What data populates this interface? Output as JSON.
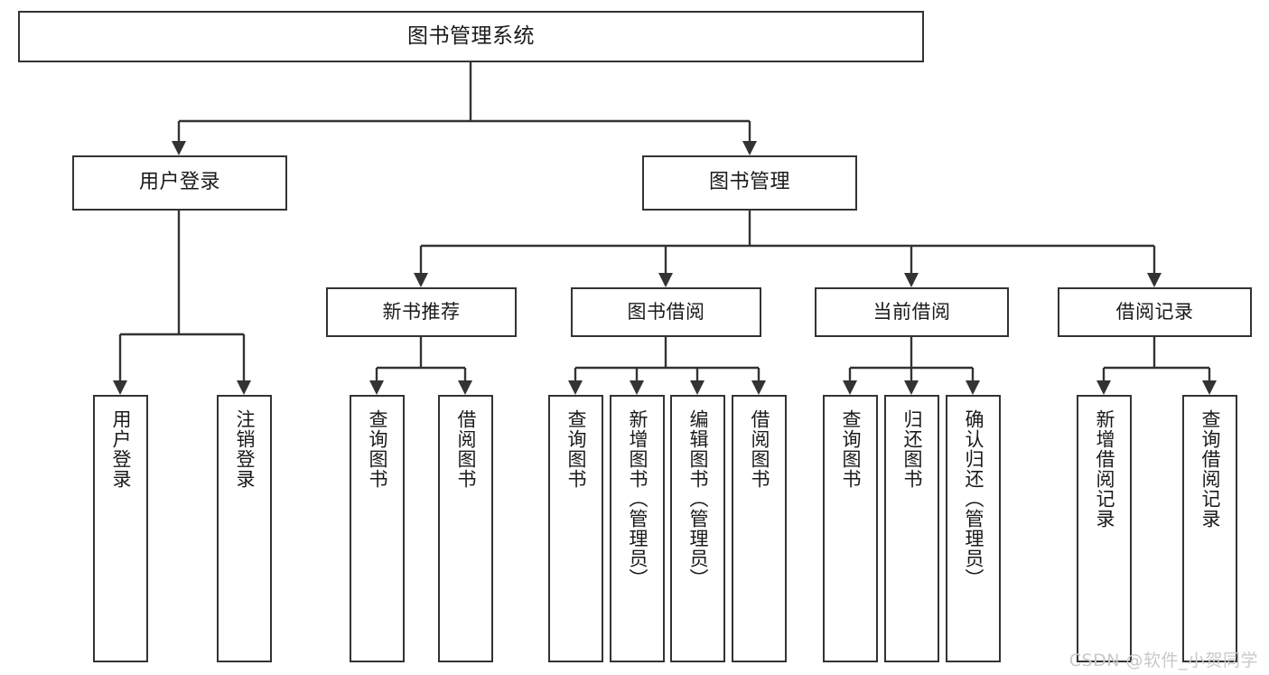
{
  "diagram": {
    "title": "图书管理系统",
    "watermark": "CSDN @软件_小贺同学",
    "type": "tree-hierarchy",
    "root": {
      "label": "图书管理系统"
    },
    "level1": [
      {
        "label": "用户登录"
      },
      {
        "label": "图书管理"
      }
    ],
    "level2": [
      {
        "label": "新书推荐"
      },
      {
        "label": "图书借阅"
      },
      {
        "label": "当前借阅"
      },
      {
        "label": "借阅记录"
      }
    ],
    "leaves": {
      "user_login": [
        {
          "label": "用户登录"
        },
        {
          "label": "注销登录"
        }
      ],
      "new_book_recommend": [
        {
          "label": "查询图书"
        },
        {
          "label": "借阅图书"
        }
      ],
      "book_borrow": [
        {
          "label": "查询图书"
        },
        {
          "label": "新增图书（管理员）"
        },
        {
          "label": "编辑图书（管理员）"
        },
        {
          "label": "借阅图书"
        }
      ],
      "current_borrow": [
        {
          "label": "查询图书"
        },
        {
          "label": "归还图书"
        },
        {
          "label": "确认归还（管理员）"
        }
      ],
      "borrow_record": [
        {
          "label": "新增借阅记录"
        },
        {
          "label": "查询借阅记录"
        }
      ]
    },
    "colors": {
      "stroke": "#333333",
      "fill": "#ffffff",
      "text": "#1a1a1a",
      "watermark": "#c9c9c9"
    }
  }
}
